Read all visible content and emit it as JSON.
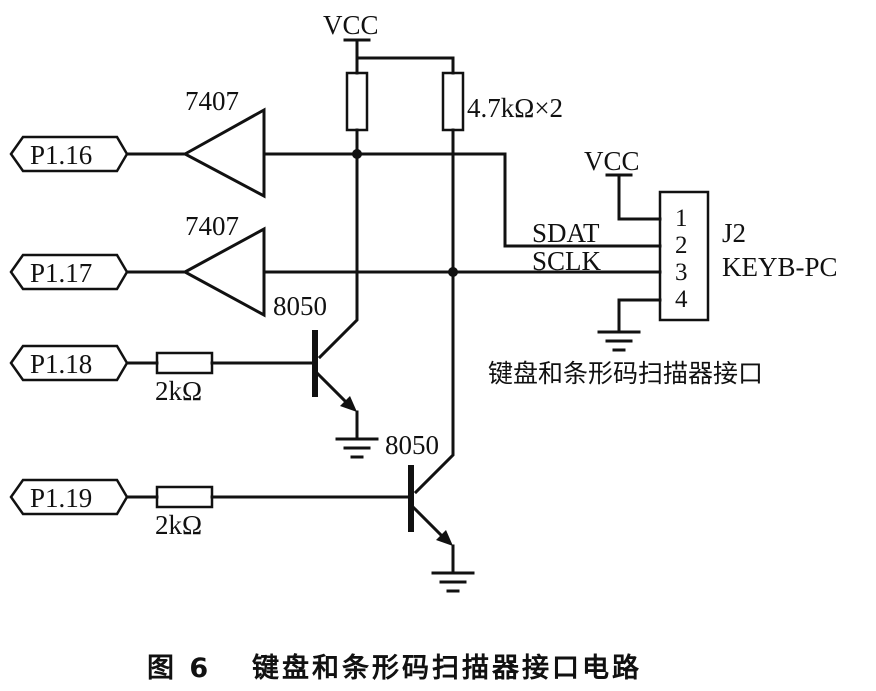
{
  "ports": [
    {
      "label": "P1.16"
    },
    {
      "label": "P1.17"
    },
    {
      "label": "P1.18"
    },
    {
      "label": "P1.19"
    }
  ],
  "buffers": [
    {
      "label": "7407"
    },
    {
      "label": "7407"
    }
  ],
  "power": {
    "vcc_top": "VCC",
    "vcc_connector": "VCC"
  },
  "pullups": {
    "label": "4.7kΩ×2"
  },
  "base_resistors": [
    {
      "label": "2kΩ"
    },
    {
      "label": "2kΩ"
    }
  ],
  "transistors": [
    {
      "label": "8050"
    },
    {
      "label": "8050"
    }
  ],
  "connector": {
    "ref": "J2",
    "name": "KEYB-PC",
    "pins": [
      "1",
      "2",
      "3",
      "4"
    ],
    "signals": {
      "sdat": "SDAT",
      "sclk": "SCLK"
    },
    "description": "键盘和条形码扫描器接口"
  },
  "caption": {
    "figure": "图 6",
    "title": "键盘和条形码扫描器接口电路"
  }
}
